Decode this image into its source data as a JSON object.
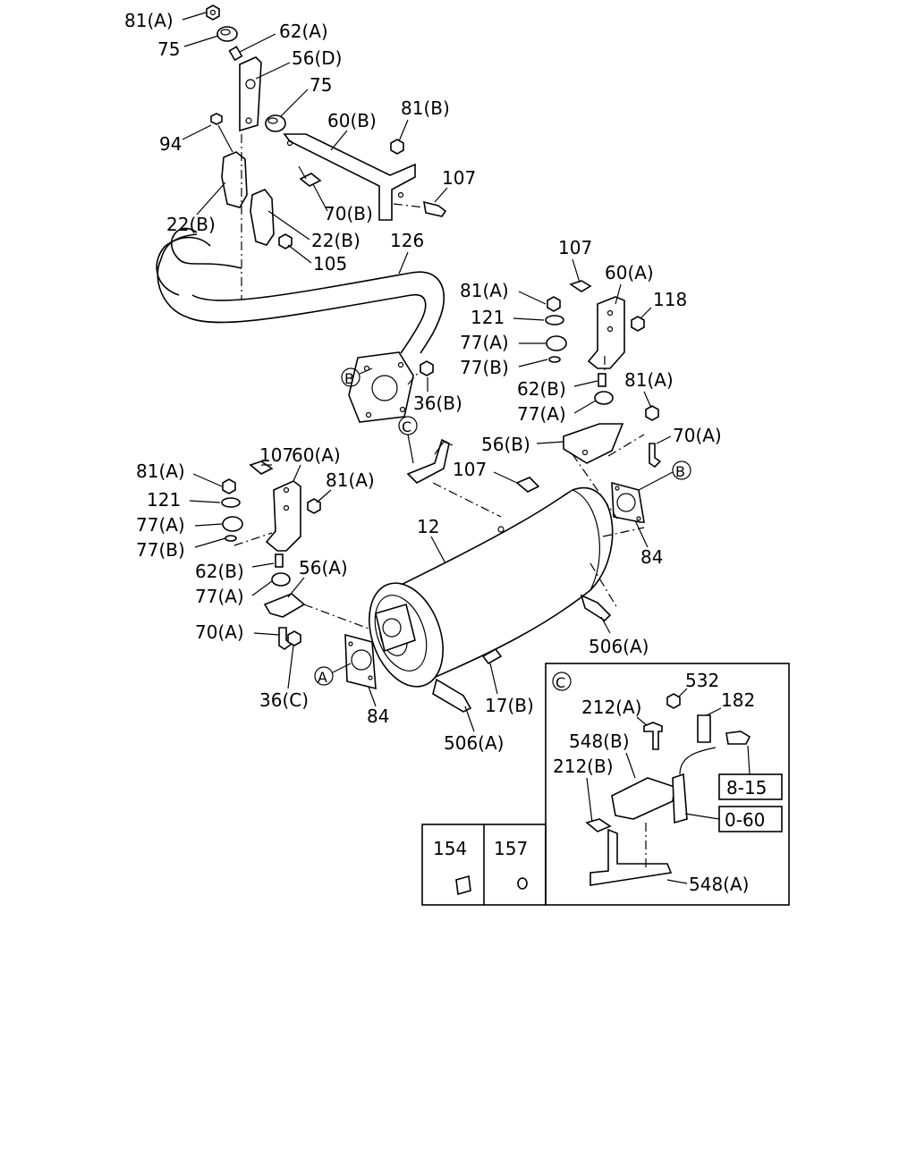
{
  "labels": {
    "l_81a_top": "81(A)",
    "l_75_top": "75",
    "l_62a": "62(A)",
    "l_56d": "56(D)",
    "l_75_mid": "75",
    "l_94": "94",
    "l_60b": "60(B)",
    "l_81b": "81(B)",
    "l_107_top": "107",
    "l_70b": "70(B)",
    "l_22b_left": "22(B)",
    "l_22b_right": "22(B)",
    "l_105": "105",
    "l_126": "126",
    "l_36b": "36(B)",
    "l_107_r": "107",
    "l_60a_r": "60(A)",
    "l_118": "118",
    "l_81a_r": "81(A)",
    "l_121_r": "121",
    "l_77a_r": "77(A)",
    "l_77b_r": "77(B)",
    "l_62b_r": "62(B)",
    "l_81a_r2": "81(A)",
    "l_77a_r2": "77(A)",
    "l_56b": "56(B)",
    "l_70a_r": "70(A)",
    "l_107_mid": "107",
    "l_c_mid": "C",
    "l_b_r": "B",
    "l_b_left": "B",
    "l_12": "12",
    "l_84_r": "84",
    "l_107_l": "107",
    "l_60a_l": "60(A)",
    "l_81a_l": "81(A)",
    "l_81a_l2": "81(A)",
    "l_121_l": "121",
    "l_77a_l": "77(A)",
    "l_77b_l": "77(B)",
    "l_62b_l": "62(B)",
    "l_56a": "56(A)",
    "l_77a_l2": "77(A)",
    "l_70a_l": "70(A)",
    "l_a": "A",
    "l_36c": "36(C)",
    "l_84_b": "84",
    "l_17b": "17(B)",
    "l_506a_r": "506(A)",
    "l_506a_b": "506(A)",
    "inset_c": "C",
    "l_532": "532",
    "l_182": "182",
    "l_212a": "212(A)",
    "l_548b": "548(B)",
    "l_212b": "212(B)",
    "l_8_15": "8-15",
    "l_0_60": "0-60",
    "l_548a": "548(A)",
    "l_154": "154",
    "l_157": "157"
  }
}
